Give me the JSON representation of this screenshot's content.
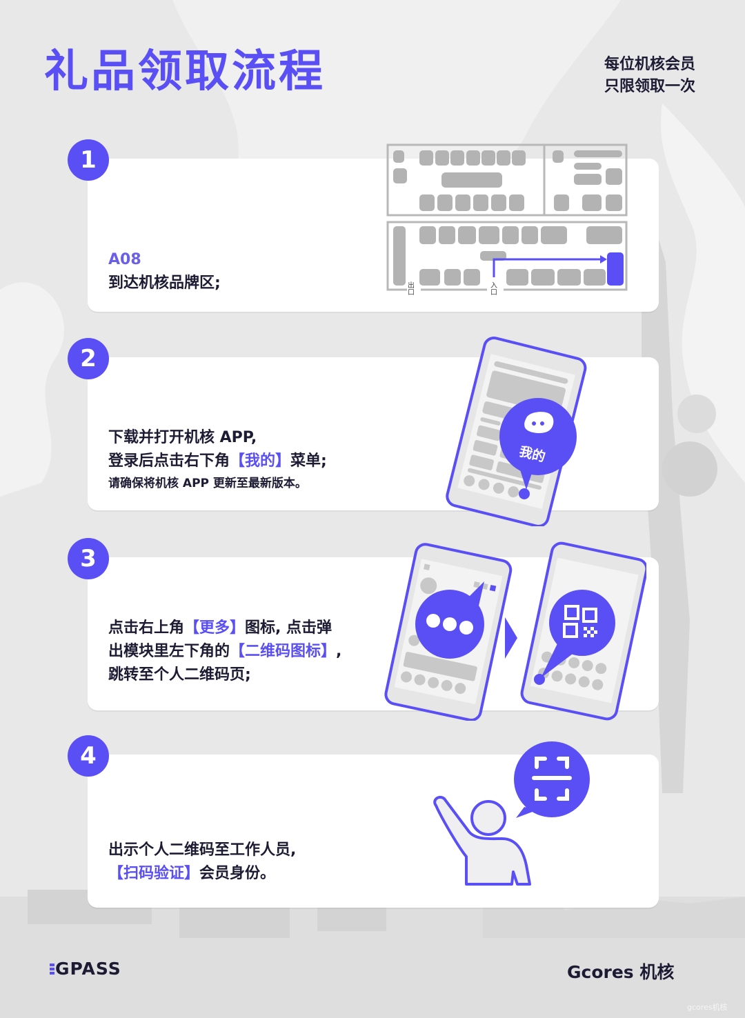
{
  "header": {
    "title": "礼品领取流程",
    "note_line1": "每位机核会员",
    "note_line2": "只限领取一次"
  },
  "colors": {
    "accent": "#5a4ff5",
    "text": "#1d1b33",
    "card": "#ffffff",
    "background": "#e9e9ea",
    "map_block": "#b3b3b3"
  },
  "steps": [
    {
      "number": "1",
      "booth": "A08",
      "line1": "到达机核品牌区;",
      "map": {
        "exit_label": "出口",
        "entrance_label": "入口"
      }
    },
    {
      "number": "2",
      "line1": "下载并打开机核 APP,",
      "line2_pre": "登录后点击右下角",
      "line2_hl": "【我的】",
      "line2_post": "菜单;",
      "line3": "请确保将机核 APP 更新至最新版本。",
      "bubble_label": "我的"
    },
    {
      "number": "3",
      "line1_pre": "点击右上角",
      "line1_hl": "【更多】",
      "line1_post": "图标, 点击弹",
      "line2_pre": "出模块里左下角的",
      "line2_hl": "【二维码图标】",
      "line2_post": ",",
      "line3": "跳转至个人二维码页;"
    },
    {
      "number": "4",
      "line1": "出示个人二维码至工作人员,",
      "line2_hl": "【扫码验证】",
      "line2_post": "会员身份。"
    }
  ],
  "footer": {
    "left_logo": "GPASS",
    "right_logo": "Gcores 机核",
    "watermark": "gcores机核"
  }
}
